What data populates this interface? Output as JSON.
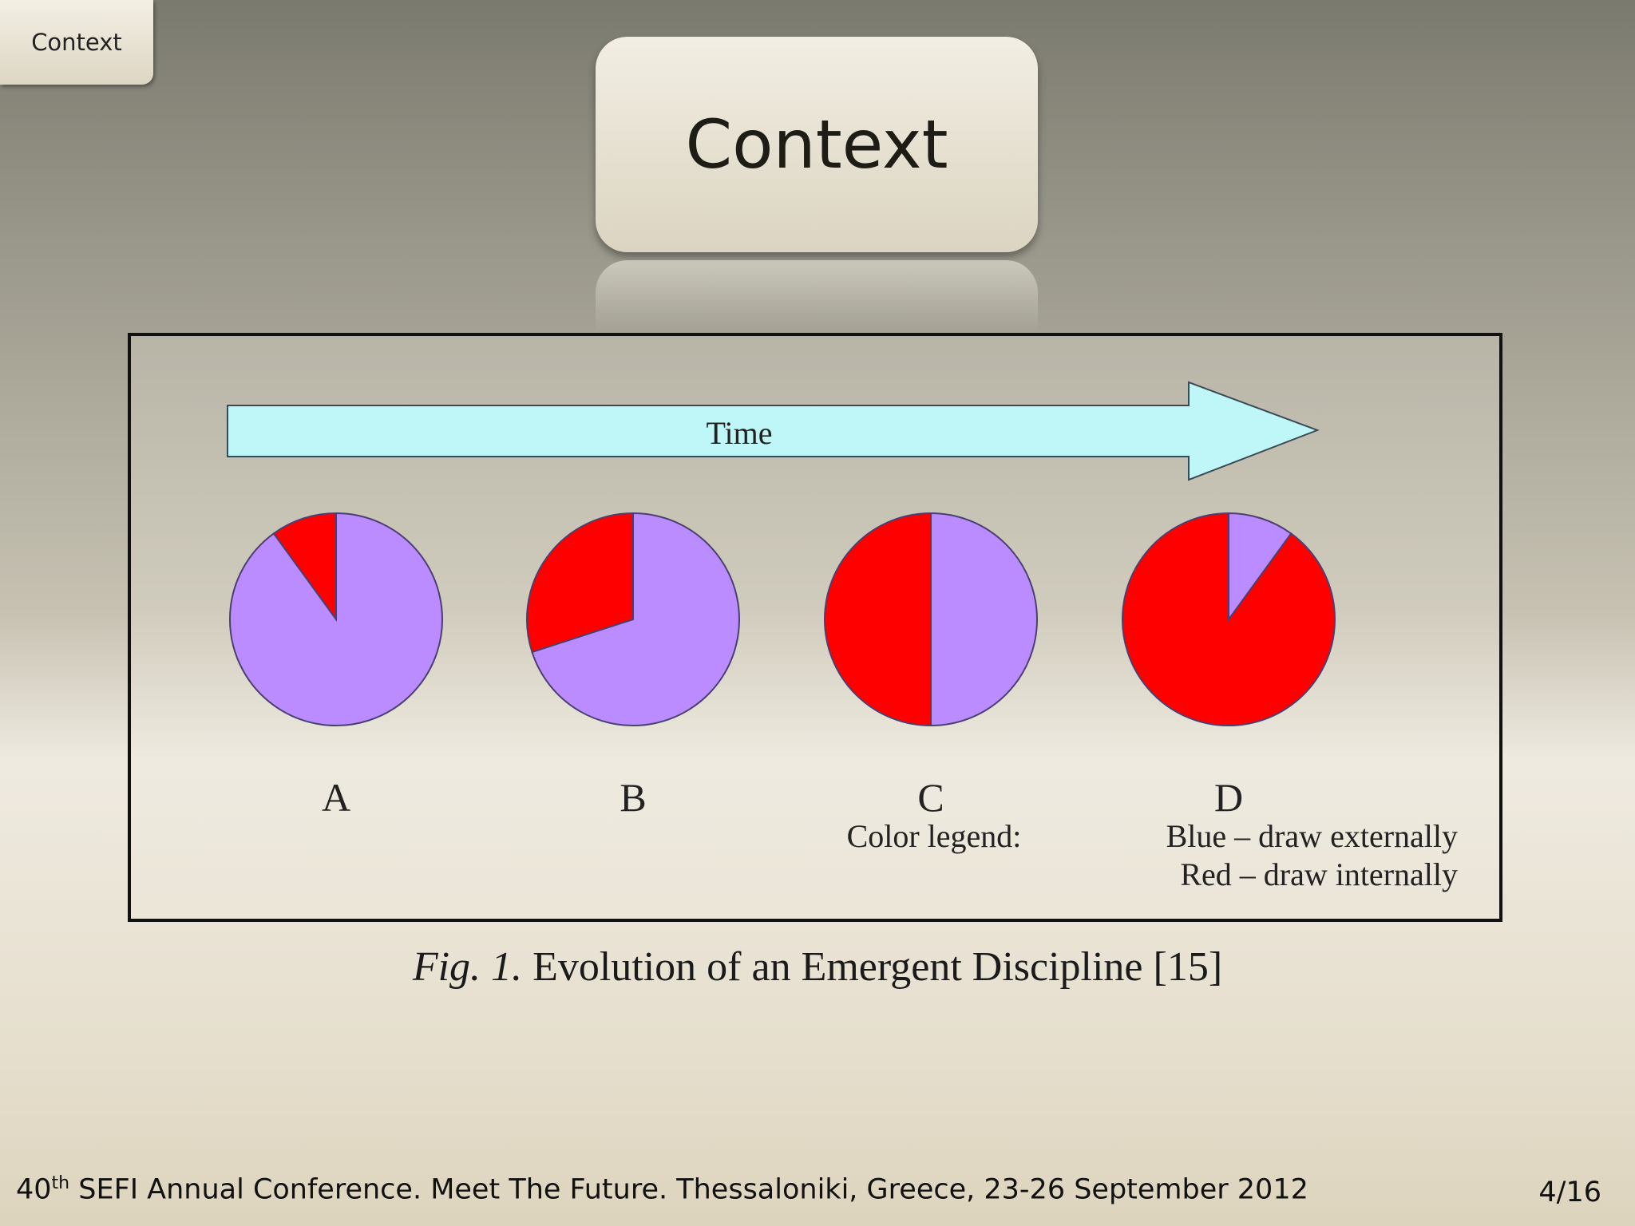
{
  "nav": {
    "label": "Context"
  },
  "slide": {
    "title": "Context"
  },
  "chart_data": {
    "type": "pie",
    "colors": {
      "blue": "#bb8cff",
      "red": "#ff0000",
      "arrow": "#bff7f9"
    },
    "timeline_label": "Time",
    "pies": [
      {
        "name": "A",
        "values": [
          {
            "label": "Red",
            "value": 10
          },
          {
            "label": "Blue",
            "value": 90
          }
        ]
      },
      {
        "name": "B",
        "values": [
          {
            "label": "Red",
            "value": 30
          },
          {
            "label": "Blue",
            "value": 70
          }
        ]
      },
      {
        "name": "C",
        "values": [
          {
            "label": "Red",
            "value": 50
          },
          {
            "label": "Blue",
            "value": 50
          }
        ]
      },
      {
        "name": "D",
        "values": [
          {
            "label": "Red",
            "value": 90
          },
          {
            "label": "Blue",
            "value": 10
          }
        ]
      }
    ],
    "legend": {
      "title": "Color legend:",
      "entries": [
        "Blue – draw externally",
        "Red – draw internally"
      ]
    }
  },
  "caption": {
    "fig": "Fig. 1.",
    "text": " Evolution of an Emergent Discipline [15]"
  },
  "footer": {
    "ordinal": "40",
    "ordinal_suffix": "th",
    "text": " SEFI Annual Conference. Meet The Future. Thessaloniki, Greece, 23-26 September 2012",
    "page": "4/16"
  }
}
